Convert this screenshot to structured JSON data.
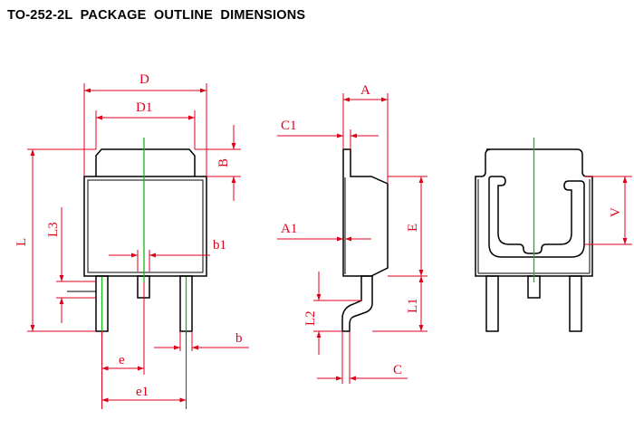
{
  "title": "TO-252-2L  PACKAGE  OUTLINE  DIMENSIONS",
  "labels": {
    "D": "D",
    "D1": "D1",
    "B": "B",
    "L": "L",
    "L3": "L3",
    "b1": "b1",
    "b": "b",
    "e": "e",
    "e1": "e1",
    "A": "A",
    "C1": "C1",
    "A1": "A1",
    "E": "E",
    "L1": "L1",
    "L2": "L2",
    "C": "C",
    "V": "V"
  },
  "colors": {
    "outline": "#000000",
    "dimension": "#e0001b",
    "centerline": "#19b519"
  }
}
